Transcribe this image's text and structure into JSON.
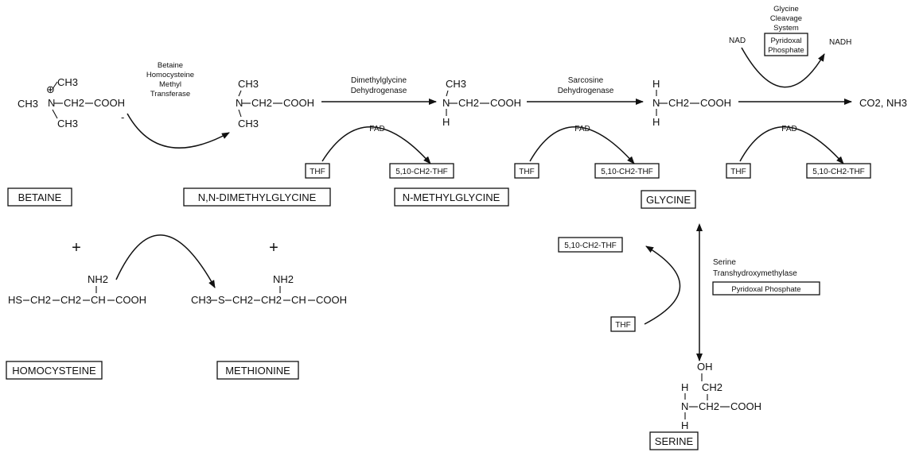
{
  "molecules": {
    "betaine": {
      "name": "BETAINE",
      "ch3_top": "CH3",
      "ch3_left": "CH3",
      "ch3_bottom": "CH3",
      "n": "N",
      "chain": "CH2",
      "cooh": "COOH",
      "plus": "⊕",
      "minus": "-"
    },
    "dmg": {
      "name": "N,N-DIMETHYLGLYCINE",
      "ch3_top": "CH3",
      "ch3_bottom": "CH3",
      "n": "N",
      "chain": "CH2",
      "cooh": "COOH"
    },
    "nmg": {
      "name": "N-METHYLGLYCINE",
      "ch3_top": "CH3",
      "h_bottom": "H",
      "n": "N",
      "chain": "CH2",
      "cooh": "COOH"
    },
    "glycine": {
      "name": "GLYCINE",
      "h_top": "H",
      "h_bottom": "H",
      "n": "N",
      "chain": "CH2",
      "cooh": "COOH"
    },
    "serine": {
      "name": "SERINE",
      "oh": "OH",
      "ch2_top": "CH2",
      "h_top": "H",
      "h_bottom": "H",
      "n": "N",
      "chain": "CH2",
      "cooh": "COOH"
    },
    "homocysteine": {
      "name": "HOMOCYSTEINE",
      "nh2": "NH2",
      "hs": "HS",
      "ch2a": "CH2",
      "ch2b": "CH2",
      "ch": "CH",
      "cooh": "COOH"
    },
    "methionine": {
      "name": "METHIONINE",
      "nh2": "NH2",
      "ch3": "CH3",
      "s": "S",
      "ch2a": "CH2",
      "ch2b": "CH2",
      "ch": "CH",
      "cooh": "COOH"
    },
    "co2nh3": {
      "co2": "CO2",
      "nh3": "NH3"
    }
  },
  "enzymes": {
    "bhmt": [
      "Betaine",
      "Homocysteine",
      "Methyl",
      "Transferase"
    ],
    "dmgdh": [
      "Dimethylglycine",
      "Dehydrogenase"
    ],
    "sardh": [
      "Sarcosine",
      "Dehydrogenase"
    ],
    "gcs": [
      "Glycine",
      "Cleavage",
      "System"
    ],
    "shmt": [
      "Serine",
      "Transhydroxymethylase"
    ]
  },
  "cofactors": {
    "fad": "FAD",
    "thf": "THF",
    "mthf": "5,10-CH2-THF",
    "nad": "NAD",
    "nadh": "NADH",
    "plp": [
      "Pyridoxal",
      "Phosphate"
    ],
    "plp_inline": "Pyridoxal Phosphate"
  },
  "signs": {
    "plus": "+"
  }
}
